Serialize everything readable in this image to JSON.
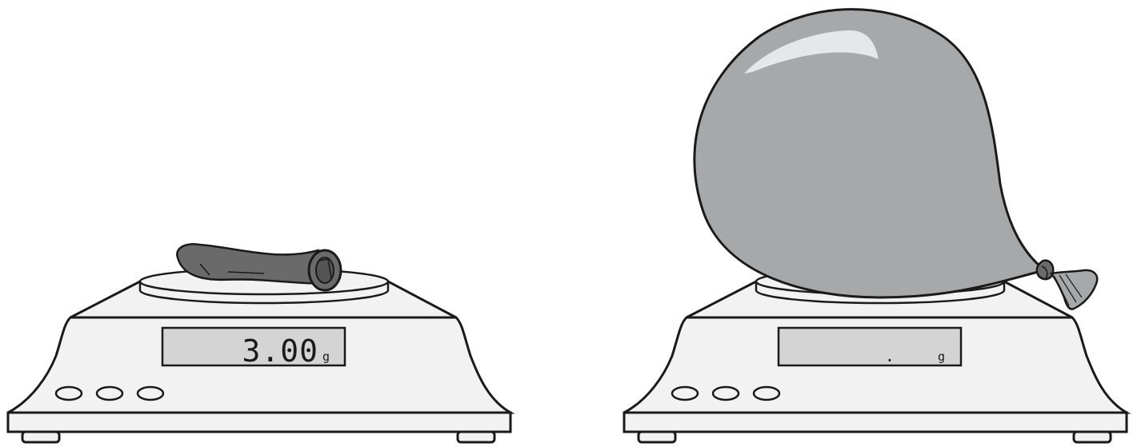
{
  "scales": [
    {
      "id": "left",
      "reading": "3.00",
      "unit": "g",
      "object": "deflated-balloon"
    },
    {
      "id": "right",
      "reading": "_._ _",
      "unit": "g",
      "object": "inflated-balloon"
    }
  ],
  "colors": {
    "outline": "#1a1a1a",
    "scale_body": "#f2f2f2",
    "display_bg": "#d4d4d4",
    "balloon_deflated": "#6a6a6a",
    "balloon_inflated": "#a7a8aa",
    "balloon_highlight": "#e6e7e8"
  }
}
